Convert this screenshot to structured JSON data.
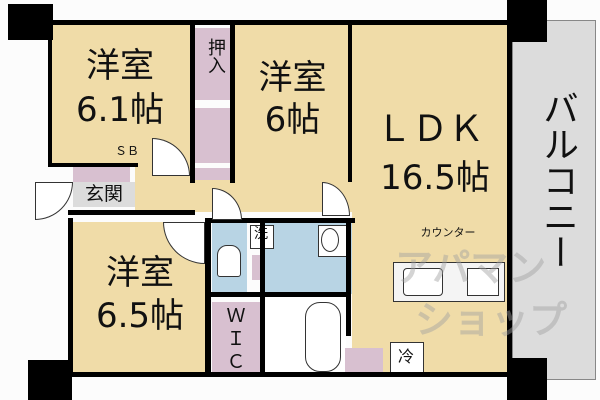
{
  "rooms": {
    "bedroom_top_left": {
      "name": "洋室",
      "size": "6.1帖"
    },
    "bedroom_top_mid": {
      "name": "洋室",
      "size": "6帖"
    },
    "bedroom_bottom_left": {
      "name": "洋室",
      "size": "6.5帖"
    },
    "ldk": {
      "name": "ＬＤＫ",
      "size": "16.5帖"
    },
    "balcony": {
      "name": "バルコニー"
    },
    "closet": {
      "name": "押入"
    },
    "shoe_box": {
      "name": "ＳＢ"
    },
    "entrance": {
      "name": "玄関"
    },
    "walk_in_closet": {
      "name": "Ｗ\nＩ\nＣ"
    },
    "washer": {
      "name": "洗"
    },
    "fridge": {
      "name": "冷"
    },
    "counter": {
      "name": "カウンター"
    }
  },
  "watermark": {
    "line1": "アパマン",
    "line2": "ショップ"
  },
  "colors": {
    "room": "#f0dca8",
    "closet": "#d8c0d0",
    "water": "#b8d4e4",
    "balcony": "#dcdcdc",
    "wall": "#000000"
  }
}
